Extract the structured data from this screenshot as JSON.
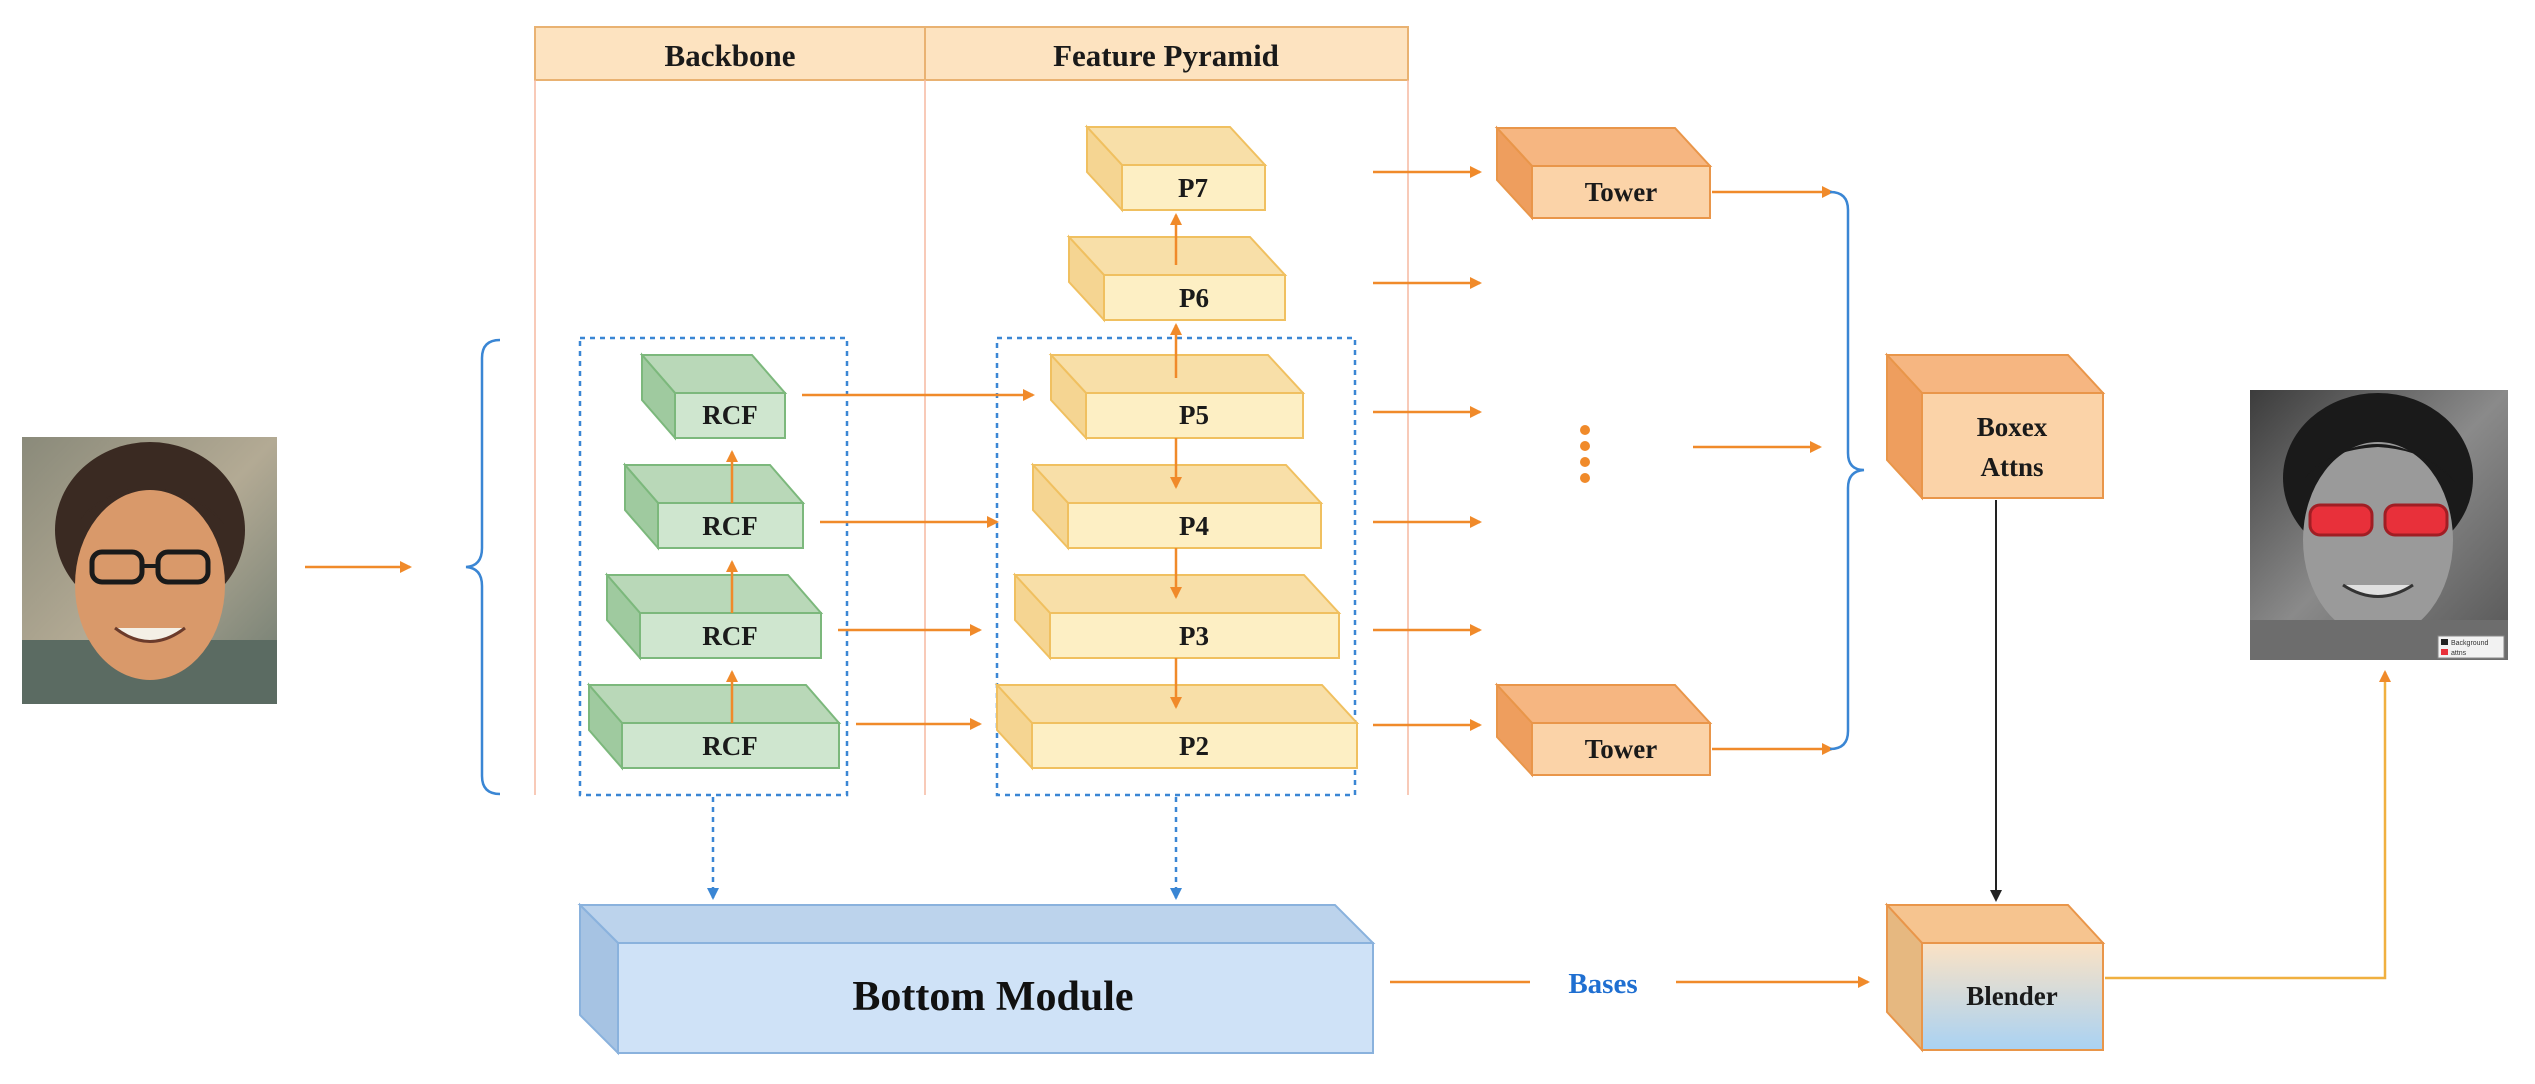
{
  "headers": {
    "backbone": "Backbone",
    "feature_pyramid": "Feature Pyramid"
  },
  "backbone_blocks": [
    "RCF",
    "RCF",
    "RCF",
    "RCF"
  ],
  "pyramid_levels": [
    "P7",
    "P6",
    "P5",
    "P4",
    "P3",
    "P2"
  ],
  "heads": {
    "tower_top": "Tower",
    "tower_bottom": "Tower",
    "ellipsis": "⋮"
  },
  "boxex_attns": {
    "line1": "Boxex",
    "line2": "Attns"
  },
  "bottom_module": "Bottom Module",
  "bases_label": "Bases",
  "blender": "Blender",
  "output_legend": [
    "Background",
    "attns"
  ],
  "colors": {
    "orange_arrow": "#f08a2a",
    "blue_dash": "#3a86d4",
    "green_face": "#cfe6cf",
    "green_stroke": "#7cb87c",
    "yellow_face": "#fdefc4",
    "yellow_stroke": "#f0c060",
    "orange_box": "#fbd3a8",
    "orange_stroke": "#e9964a",
    "blue_box": "#cfe2f7",
    "blue_stroke": "#8ab2dd",
    "header_fill": "#fde3c0"
  }
}
